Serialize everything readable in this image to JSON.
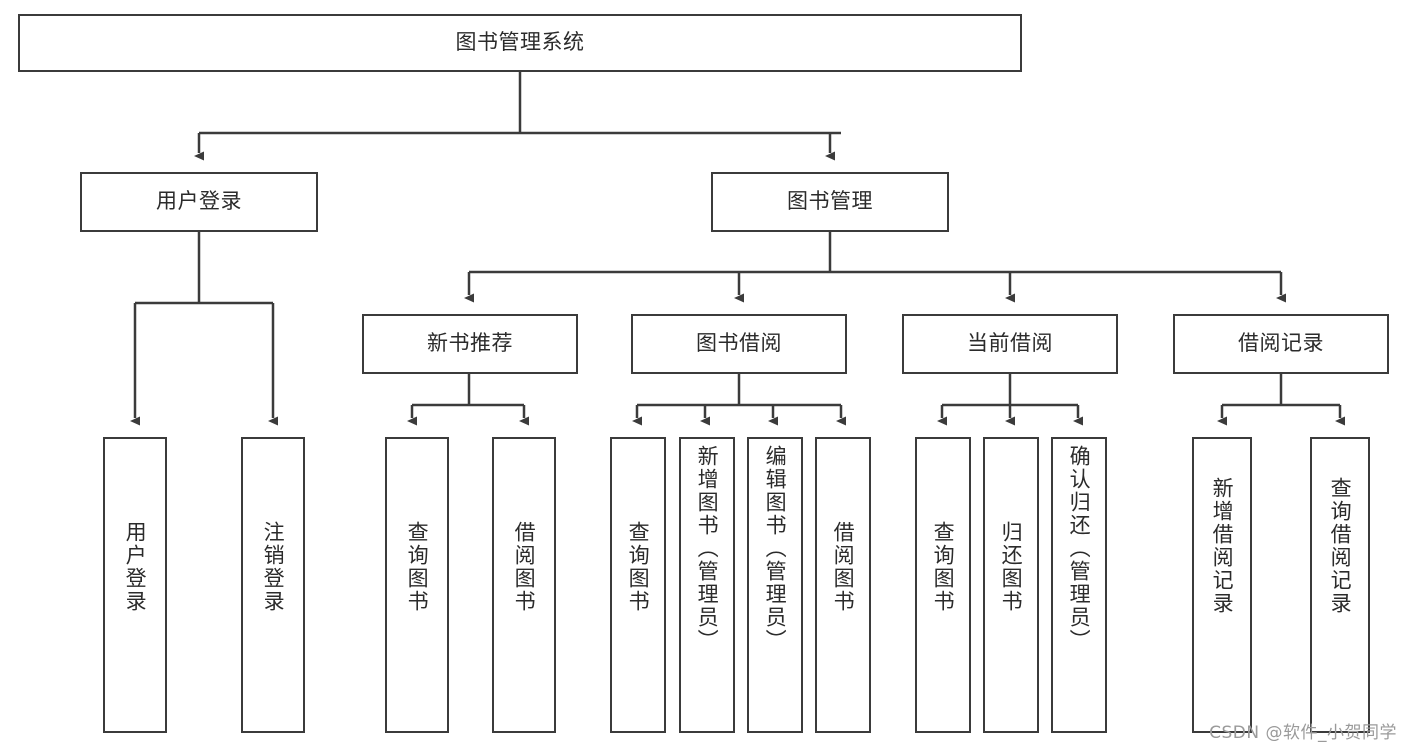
{
  "diagram": {
    "title": "图书管理系统",
    "type": "tree",
    "colors": {
      "stroke": "#3b3b3b",
      "text": "#2b2b2b",
      "background": "#ffffff",
      "watermark": "#9a9a9a"
    },
    "levels": {
      "root": {
        "id": "root",
        "label": "图书管理系统",
        "orientation": "horizontal"
      },
      "level2": [
        {
          "id": "user-login",
          "label": "用户登录",
          "orientation": "horizontal"
        },
        {
          "id": "book-manage",
          "label": "图书管理",
          "orientation": "horizontal"
        }
      ],
      "level3": [
        {
          "id": "new-book-recommend",
          "label": "新书推荐",
          "orientation": "horizontal",
          "parent": "book-manage"
        },
        {
          "id": "book-borrow",
          "label": "图书借阅",
          "orientation": "horizontal",
          "parent": "book-manage"
        },
        {
          "id": "current-borrow",
          "label": "当前借阅",
          "orientation": "horizontal",
          "parent": "book-manage"
        },
        {
          "id": "borrow-record",
          "label": "借阅记录",
          "orientation": "horizontal",
          "parent": "book-manage"
        }
      ],
      "leaves": [
        {
          "id": "leaf-user-login",
          "label": "用户登录",
          "parent": "user-login",
          "orientation": "vertical"
        },
        {
          "id": "leaf-user-logout",
          "label": "注销登录",
          "parent": "user-login",
          "orientation": "vertical"
        },
        {
          "id": "leaf-query-book-1",
          "label": "查询图书",
          "parent": "new-book-recommend",
          "orientation": "vertical"
        },
        {
          "id": "leaf-borrow-book-1",
          "label": "借阅图书",
          "parent": "new-book-recommend",
          "orientation": "vertical"
        },
        {
          "id": "leaf-query-book-2",
          "label": "查询图书",
          "parent": "book-borrow",
          "orientation": "vertical"
        },
        {
          "id": "leaf-add-book",
          "label": "新增图书（管理员）",
          "parent": "book-borrow",
          "orientation": "vertical"
        },
        {
          "id": "leaf-edit-book",
          "label": "编辑图书（管理员）",
          "parent": "book-borrow",
          "orientation": "vertical"
        },
        {
          "id": "leaf-borrow-book-2",
          "label": "借阅图书",
          "parent": "book-borrow",
          "orientation": "vertical"
        },
        {
          "id": "leaf-query-book-3",
          "label": "查询图书",
          "parent": "current-borrow",
          "orientation": "vertical"
        },
        {
          "id": "leaf-return-book",
          "label": "归还图书",
          "parent": "current-borrow",
          "orientation": "vertical"
        },
        {
          "id": "leaf-confirm-return",
          "label": "确认归还（管理员）",
          "parent": "current-borrow",
          "orientation": "vertical"
        },
        {
          "id": "leaf-add-record",
          "label": "新增借阅记录",
          "parent": "borrow-record",
          "orientation": "vertical"
        },
        {
          "id": "leaf-query-record",
          "label": "查询借阅记录",
          "parent": "borrow-record",
          "orientation": "vertical"
        }
      ]
    },
    "watermark": "CSDN @软件_小贺同学"
  }
}
